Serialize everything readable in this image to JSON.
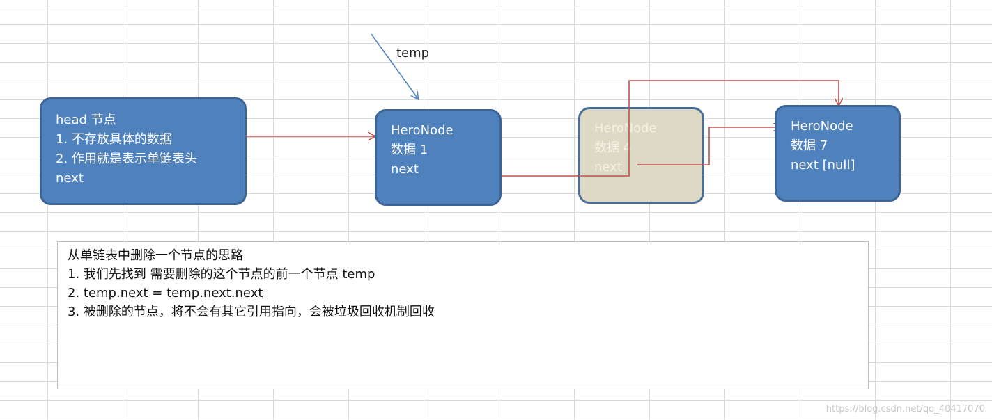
{
  "temp_label": "temp",
  "head_node": {
    "lines": [
      "head 节点",
      "1. 不存放具体的数据",
      "2. 作用就是表示单链表头",
      "next"
    ]
  },
  "node1": {
    "lines": [
      "HeroNode",
      "数据 1",
      "next"
    ]
  },
  "node4": {
    "lines": [
      "HeroNode",
      "数据 4",
      "next"
    ],
    "state": "deleted"
  },
  "node7": {
    "lines": [
      "HeroNode",
      "数据 7",
      "next [null]"
    ]
  },
  "note": {
    "title": "从单链表中删除一个节点的思路",
    "items": [
      "1.  我们先找到 需要删除的这个节点的前一个节点 temp",
      "2.  temp.next = temp.next.next",
      "3. 被删除的节点，将不会有其它引用指向，会被垃圾回收机制回收"
    ]
  },
  "watermark": "https://blog.csdn.net/qq_40417070",
  "colors": {
    "node_fill": "#4f81bd",
    "node_border": "#3d6496",
    "deleted_fill": "#ddd9c4",
    "link_arrow": "#c0504d",
    "temp_arrow": "#4f81bd"
  }
}
